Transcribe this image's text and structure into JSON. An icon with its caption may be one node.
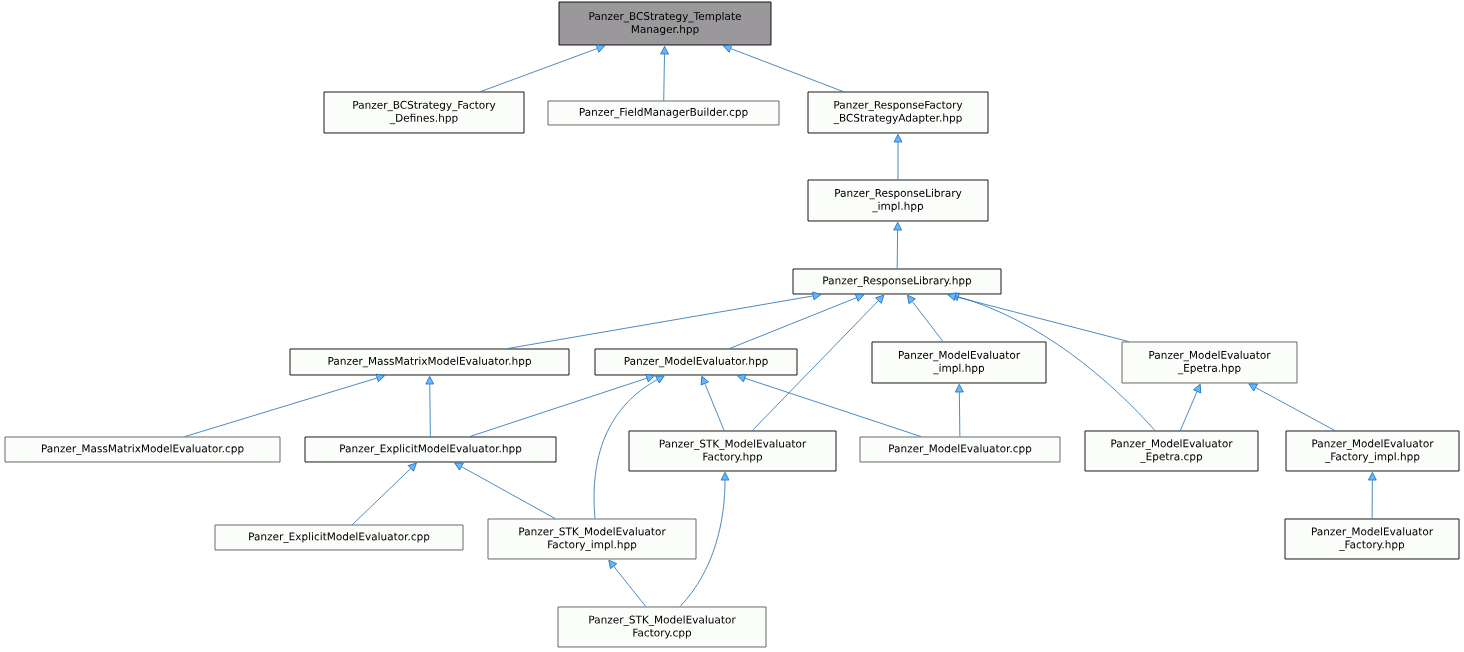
{
  "diagram": {
    "nodes": [
      {
        "text": [
          "Panzer_BCStrategy_Template Manager.hpp"
        ]
      },
      {
        "text": [
          "Panzer_BCStrategy_Factory _Defines.hpp"
        ]
      },
      {
        "text": [
          "Panzer_FieldManagerBuilder.cpp"
        ]
      },
      {
        "text": [
          "Panzer_ResponseFactory _BCStrategyAdapter.hpp"
        ]
      },
      {
        "text": [
          "Panzer_ResponseLibrary _impl.hpp"
        ]
      },
      {
        "text": [
          "Panzer_ResponseLibrary.hpp"
        ]
      },
      {
        "text": [
          "Panzer_MassMatrixModelEvaluator.hpp"
        ]
      },
      {
        "text": [
          "Panzer_ModelEvaluator.hpp"
        ]
      },
      {
        "text": [
          "Panzer_ModelEvaluator _impl.hpp"
        ]
      },
      {
        "text": [
          "Panzer_ModelEvaluator _Epetra.hpp"
        ]
      },
      {
        "text": [
          "Panzer_MassMatrixModelEvaluator.cpp"
        ]
      },
      {
        "text": [
          "Panzer_ExplicitModelEvaluator.hpp"
        ]
      },
      {
        "text": [
          "Panzer_STK_ModelEvaluator Factory.hpp"
        ]
      },
      {
        "text": [
          "Panzer_ModelEvaluator.cpp"
        ]
      },
      {
        "text": [
          "Panzer_ModelEvaluator _Epetra.cpp"
        ]
      },
      {
        "text": [
          "Panzer_ModelEvaluator _Factory_impl.hpp"
        ]
      },
      {
        "text": [
          "Panzer_ExplicitModelEvaluator.cpp"
        ]
      },
      {
        "text": [
          "Panzer_STK_ModelEvaluator Factory_impl.hpp"
        ]
      },
      {
        "text": [
          "Panzer_ModelEvaluator _Factory.hpp"
        ]
      },
      {
        "text": [
          "Panzer_STK_ModelEvaluator Factory.cpp"
        ]
      }
    ],
    "edges": [
      {
        "from": 1,
        "to": 0,
        "arrow": "to"
      },
      {
        "from": 2,
        "to": 0,
        "arrow": "to"
      },
      {
        "from": 3,
        "to": 0,
        "arrow": "to"
      },
      {
        "from": 4,
        "to": 3,
        "arrow": "to"
      },
      {
        "from": 5,
        "to": 4,
        "arrow": "to"
      },
      {
        "from": 6,
        "to": 5,
        "arrow": "to"
      },
      {
        "from": 7,
        "to": 5,
        "arrow": "to"
      },
      {
        "from": 12,
        "to": 5,
        "arrow": "to"
      },
      {
        "from": 8,
        "to": 5,
        "arrow": "to"
      },
      {
        "from": 14,
        "to": 5,
        "arrow": "to"
      },
      {
        "from": 9,
        "to": 5,
        "arrow": "to"
      },
      {
        "from": 10,
        "to": 6,
        "arrow": "to"
      },
      {
        "from": 11,
        "to": 6,
        "arrow": "to"
      },
      {
        "from": 11,
        "to": 7,
        "arrow": "to"
      },
      {
        "from": 17,
        "to": 7,
        "arrow": "to"
      },
      {
        "from": 12,
        "to": 7,
        "arrow": "to"
      },
      {
        "from": 13,
        "to": 7,
        "arrow": "to"
      },
      {
        "from": 13,
        "to": 8,
        "arrow": "to"
      },
      {
        "from": 14,
        "to": 9,
        "arrow": "to"
      },
      {
        "from": 15,
        "to": 9,
        "arrow": "to"
      },
      {
        "from": 16,
        "to": 11,
        "arrow": "to"
      },
      {
        "from": 17,
        "to": 11,
        "arrow": "to"
      },
      {
        "from": 19,
        "to": 17,
        "arrow": "to"
      },
      {
        "from": 19,
        "to": 12,
        "arrow": "to"
      },
      {
        "from": 18,
        "to": 15,
        "arrow": "to"
      }
    ]
  }
}
